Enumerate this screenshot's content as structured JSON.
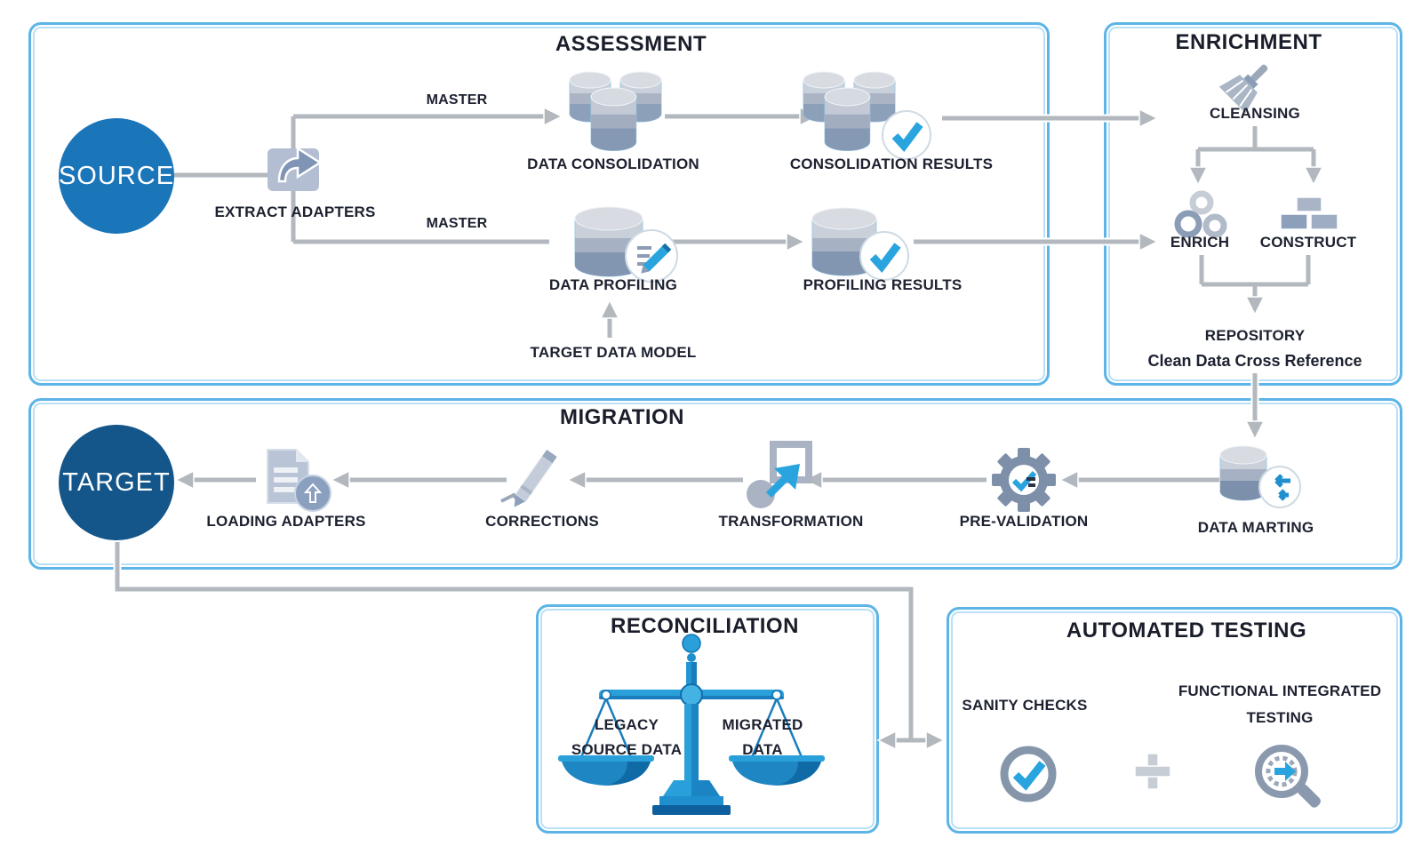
{
  "sections": {
    "assessment": {
      "title": "ASSESSMENT",
      "source": "SOURCE",
      "extract_adapters": "EXTRACT ADAPTERS",
      "master_top": "MASTER",
      "master_bottom": "MASTER",
      "data_consolidation": "DATA CONSOLIDATION",
      "consolidation_results": "CONSOLIDATION RESULTS",
      "data_profiling": "DATA PROFILING",
      "profiling_results": "PROFILING RESULTS",
      "target_data_model": "TARGET DATA MODEL"
    },
    "enrichment": {
      "title": "ENRICHMENT",
      "cleansing": "CLEANSING",
      "enrich": "ENRICH",
      "construct": "CONSTRUCT",
      "repository": "REPOSITORY",
      "repository_subtitle": "Clean Data Cross Reference"
    },
    "migration": {
      "title": "MIGRATION",
      "target": "TARGET",
      "loading_adapters": "LOADING ADAPTERS",
      "corrections": "CORRECTIONS",
      "transformation": "TRANSFORMATION",
      "pre_validation": "PRE-VALIDATION",
      "data_marting": "DATA MARTING"
    },
    "reconciliation": {
      "title": "RECONCILIATION",
      "legacy_line1": "LEGACY",
      "legacy_line2": "SOURCE DATA",
      "migrated_line1": "MIGRATED",
      "migrated_line2": "DATA"
    },
    "automated_testing": {
      "title": "AUTOMATED TESTING",
      "sanity_checks": "SANITY CHECKS",
      "fit_line1": "FUNCTIONAL INTEGRATED",
      "fit_line2": "TESTING",
      "plus": "+"
    }
  },
  "colors": {
    "box_border": "#5db4e6",
    "connector_gray": "#b2b8be",
    "text_dark": "#1d2130",
    "source_blue": "#1b75b9",
    "target_blue": "#14568a",
    "accent_blue": "#29a4de",
    "icon_gray_blue": "#8b9cb4",
    "icon_light": "#b7c1d3",
    "scale_blue": "#29a0da",
    "scale_dark_blue": "#0d5f9e"
  }
}
